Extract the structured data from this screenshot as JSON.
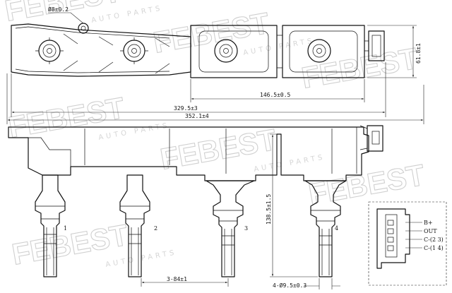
{
  "watermark": {
    "brand": "FEBEST",
    "tagline": "AUTO PARTS"
  },
  "dimensions": {
    "hole_dia": "Ø8±0.2",
    "height": "61.8±1",
    "coil_pitch_top": "146.5±0.5",
    "body_length": "329.5±3",
    "overall_length": "352.1±4",
    "side_height": "138.5±1.5",
    "pitch_bottom": "3-84±1",
    "tube_dia": "4-Ø9.5±0.3"
  },
  "cylinders": [
    "1",
    "2",
    "3",
    "4"
  ],
  "connector_pins": [
    "B+",
    "OUT",
    "C-(2 3)",
    "C-(1 4)"
  ]
}
